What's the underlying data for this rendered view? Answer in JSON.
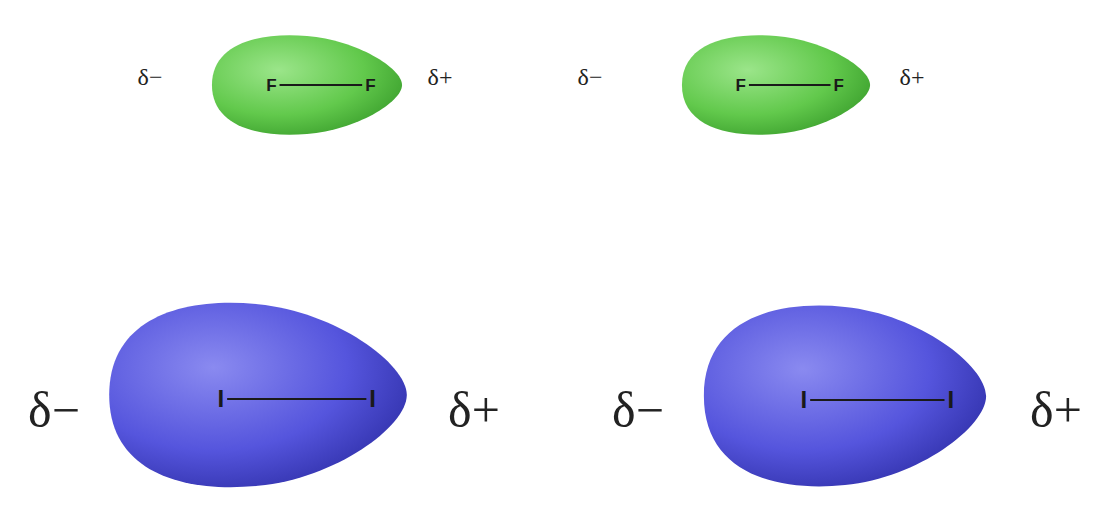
{
  "diagram": {
    "nodes": [
      {
        "text": [
          "F",
          "F"
        ]
      },
      {
        "text": [
          "F",
          "F"
        ]
      },
      {
        "text": [
          "I",
          "I"
        ]
      },
      {
        "text": [
          "I",
          "I"
        ]
      }
    ],
    "labels": [
      "δ−",
      "δ+",
      "δ−",
      "δ+",
      "δ−",
      "δ+",
      "δ−",
      "δ+"
    ]
  }
}
